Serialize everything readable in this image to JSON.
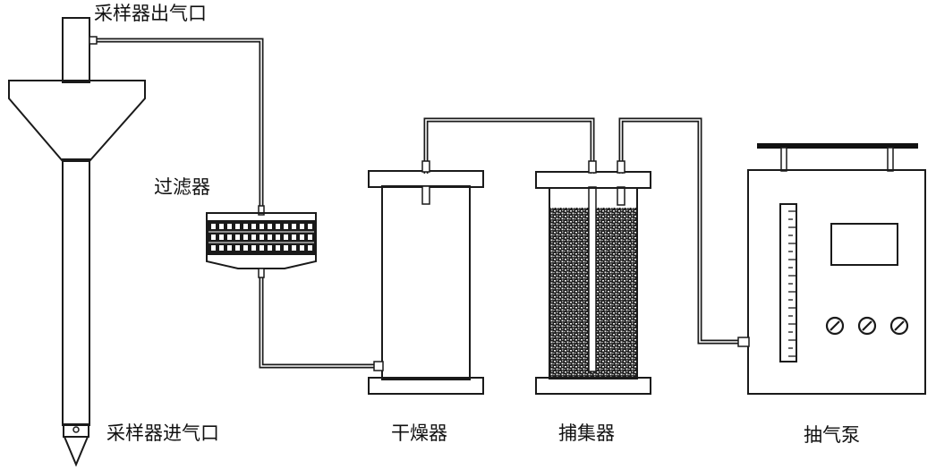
{
  "labels": {
    "sampler_outlet": "采样器出气口",
    "filter": "过滤器",
    "sampler_inlet": "采样器进气口",
    "dryer": "干燥器",
    "collector": "捕集器",
    "pump": "抽气泵"
  },
  "pump": {
    "knobs": 3
  }
}
